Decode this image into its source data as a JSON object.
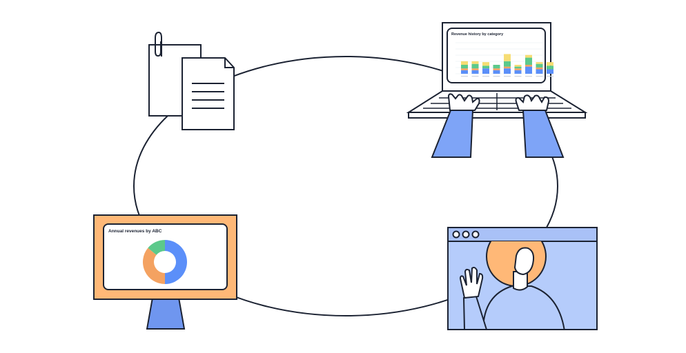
{
  "laptop_chart": {
    "title": "Revenue history by category",
    "type": "bar",
    "stack_colors": [
      "#5b8ff9",
      "#f4a261",
      "#5cc98b",
      "#f6dd74"
    ],
    "bars": [
      [
        4,
        2,
        4,
        4
      ],
      [
        4,
        2,
        5,
        3
      ],
      [
        6,
        0,
        3,
        4
      ],
      [
        4,
        2,
        4,
        0
      ],
      [
        6,
        2,
        6,
        8
      ],
      [
        4,
        2,
        2,
        2
      ],
      [
        8,
        2,
        8,
        3
      ],
      [
        5,
        2,
        4,
        2
      ],
      [
        5,
        0,
        4,
        4
      ]
    ]
  },
  "monitor_chart": {
    "title": "Annual revenues by ABC",
    "type": "pie",
    "slices": [
      {
        "value": 50,
        "color": "#5b8ff9"
      },
      {
        "value": 36,
        "color": "#f4a261"
      },
      {
        "value": 14,
        "color": "#5cc98b"
      }
    ]
  },
  "colors": {
    "stroke": "#1b2232",
    "monitor_frame": "#ffb877",
    "stand_blue": "#6f96ef",
    "sleeve_blue": "#7ea4f7",
    "window_bg": "#b5ccfb",
    "window_bar": "#a9c1f7",
    "sun_orange": "#ffb877"
  },
  "icons": [
    "paperclip-icon",
    "document-icon",
    "laptop-icon",
    "monitor-icon",
    "video-call-window-icon"
  ]
}
